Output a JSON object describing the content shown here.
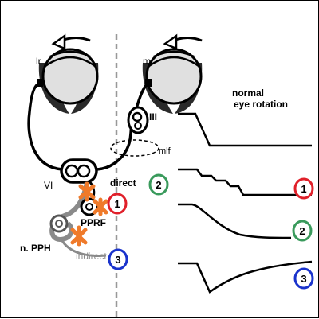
{
  "labels": {
    "lr": "lr",
    "mr": "mr",
    "III": "III",
    "VI": "VI",
    "mlf": "mlf",
    "direct": "direct",
    "indirect": "indirect",
    "pprf": "PPRF",
    "npph": "n. PPH",
    "normal_line1": "normal",
    "normal_line2": "eye rotation"
  },
  "markers": [
    {
      "id": "1",
      "color": "#e0202a"
    },
    {
      "id": "2",
      "color": "#3a9a5c"
    },
    {
      "id": "3",
      "color": "#1a33cc"
    }
  ],
  "colors": {
    "lesion": "#ef7a2a",
    "indirect_path": "#8a8a8a",
    "midline": "#999999"
  }
}
